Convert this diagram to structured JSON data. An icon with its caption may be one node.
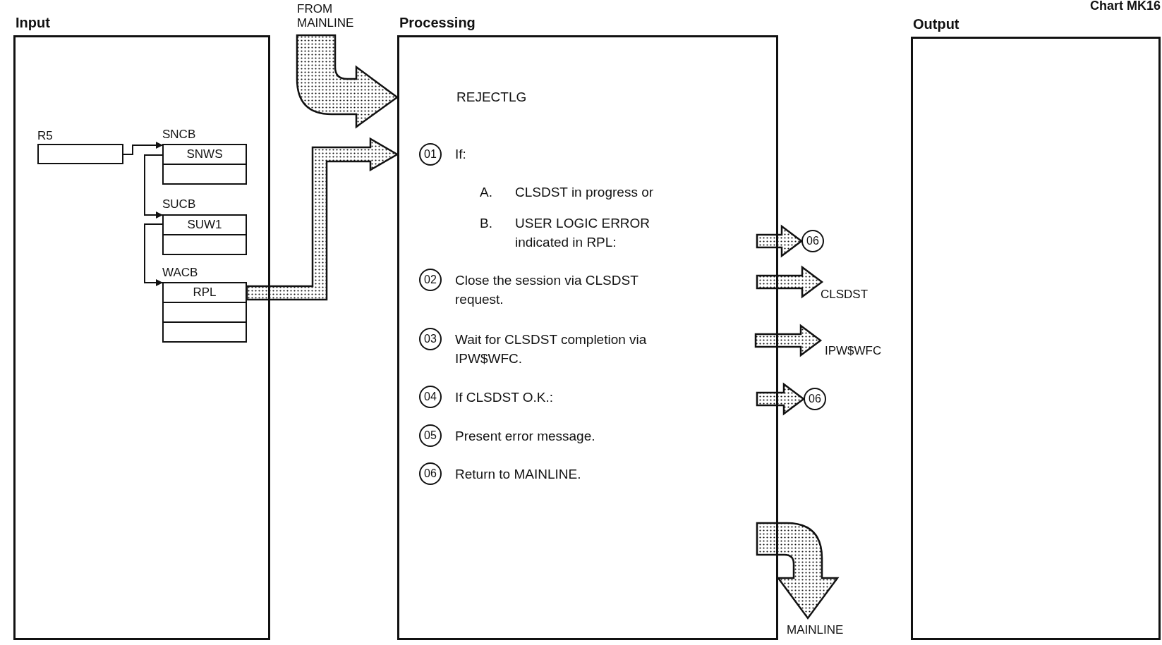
{
  "diagram": {
    "nodes": [
      {
        "text": [
          "Input"
        ]
      },
      {
        "text": [
          "R5"
        ],
        "in": 0
      },
      {
        "text": [
          "SNCB",
          "SNWS"
        ],
        "in": 0
      },
      {
        "text": [
          "SUCB",
          "SUW1"
        ],
        "in": 0
      },
      {
        "text": [
          "WACB",
          "RPL"
        ],
        "in": 0
      },
      {
        "text": [
          "FROM MAINLINE"
        ]
      },
      {
        "text": [
          "Processing",
          "REJECTLG"
        ]
      },
      {
        "text": [
          "01"
        ],
        "in": 6,
        "beside": [
          "If:",
          "A.",
          "CLSDST in progress or",
          "B.",
          "USER LOGIC ERROR indicated in RPL:"
        ]
      },
      {
        "text": [
          "02"
        ],
        "in": 6,
        "beside": [
          "Close the session via CLSDST request."
        ]
      },
      {
        "text": [
          "03"
        ],
        "in": 6,
        "beside": [
          "Wait for CLSDST completion via IPW$WFC."
        ]
      },
      {
        "text": [
          "04"
        ],
        "in": 6,
        "beside": [
          "If CLSDST O.K.:"
        ]
      },
      {
        "text": [
          "05"
        ],
        "in": 6,
        "beside": [
          "Present error message."
        ]
      },
      {
        "text": [
          "06"
        ],
        "in": 6,
        "beside": [
          "Return to MAINLINE."
        ]
      },
      {
        "text": [
          "06"
        ]
      },
      {
        "text": [
          "CLSDST"
        ]
      },
      {
        "text": [
          "IPW$WFC"
        ]
      },
      {
        "text": [
          "06"
        ]
      },
      {
        "text": [
          "MAINLINE"
        ]
      },
      {
        "text": [
          "Output"
        ]
      }
    ],
    "edges": [
      {
        "from": 1,
        "to": 2,
        "arrow": "to"
      },
      {
        "from": 2,
        "to": 3,
        "arrow": "to"
      },
      {
        "from": 3,
        "to": 4,
        "arrow": "to"
      },
      {
        "from": 4,
        "to": 6,
        "arrow": "to",
        "style": "thick"
      },
      {
        "from": 5,
        "to": 6,
        "arrow": "to",
        "style": "thick"
      },
      {
        "from": 6,
        "to": 13,
        "arrow": "to",
        "style": "thick"
      },
      {
        "from": 6,
        "to": 14,
        "arrow": "to",
        "style": "thick"
      },
      {
        "from": 6,
        "to": 15,
        "arrow": "to",
        "style": "thick"
      },
      {
        "from": 6,
        "to": 16,
        "arrow": "to",
        "style": "thick"
      },
      {
        "from": 6,
        "to": 17,
        "arrow": "to",
        "style": "thick"
      }
    ],
    "labels": [
      "Chart MK16"
    ]
  }
}
